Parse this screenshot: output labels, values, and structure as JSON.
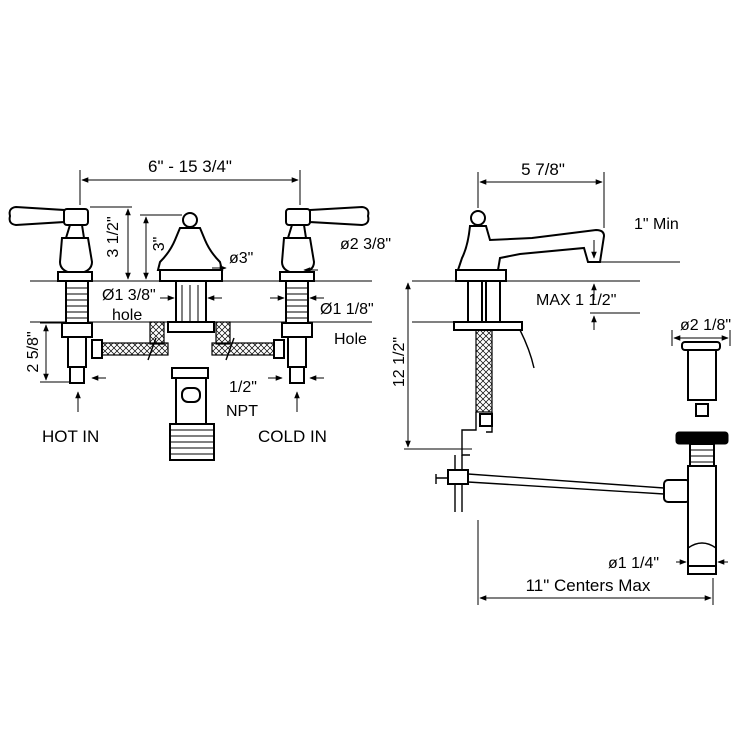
{
  "front_view": {
    "width_range": "6\"  - 15 3/4\"",
    "handle_height": "3 1/2\"",
    "spout_height": "3\"",
    "escutcheon_dia": "ø3\"",
    "handle_escutcheon_dia": "ø2 3/8\"",
    "center_hole": [
      "Ø1 3/8\"",
      "hole"
    ],
    "side_hole": [
      "Ø1 1/8\"",
      "Hole"
    ],
    "shank_length": "2 5/8\"",
    "connection": [
      "1/2\"",
      "NPT"
    ],
    "hot_in": "HOT IN",
    "cold_in": "COLD IN"
  },
  "side_view": {
    "spout_reach": "5 7/8\"",
    "clearance_min": "1\" Min",
    "deck_max": "MAX 1 1/2\"",
    "total_height": "12 1/2\"",
    "drain_flange_dia": "ø2 1/8\"",
    "tailpiece_dia": "ø1 1/4\"",
    "centers_max": "11\" Centers Max"
  },
  "colors": {
    "line": "#000000",
    "background": "#ffffff"
  }
}
